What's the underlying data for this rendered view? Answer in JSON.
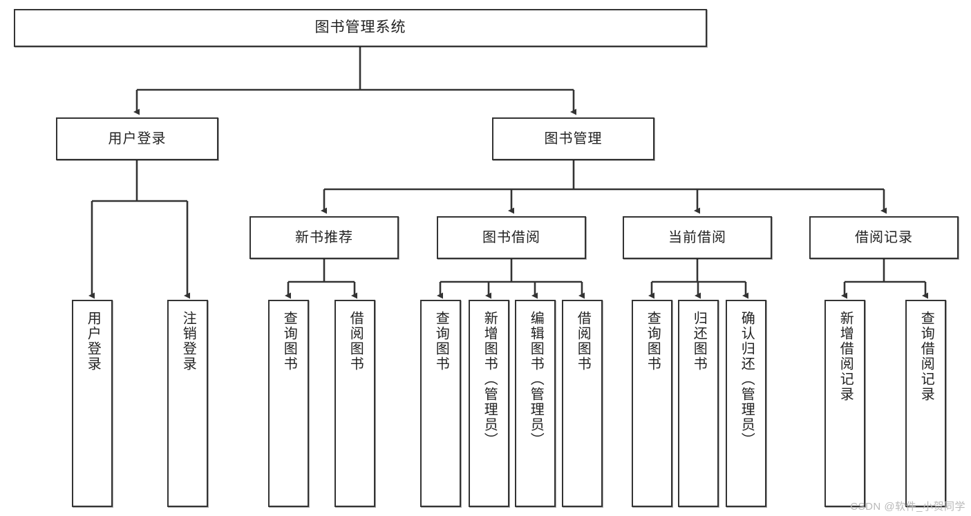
{
  "diagram": {
    "title": "图书管理系统",
    "type": "tree",
    "watermark": "CSDN @软件_小贺同学",
    "colors": {
      "node_border": "#333333",
      "node_fill": "#ffffff",
      "edge": "#333333",
      "text": "#222222",
      "watermark": "#b9b9b9"
    },
    "levels": {
      "root": {
        "label": "图书管理系统"
      },
      "level2": [
        {
          "label": "用户登录"
        },
        {
          "label": "图书管理"
        }
      ],
      "level3": [
        {
          "label": "新书推荐"
        },
        {
          "label": "图书借阅"
        },
        {
          "label": "当前借阅"
        },
        {
          "label": "借阅记录"
        }
      ],
      "leaves": [
        {
          "label": "用户登录"
        },
        {
          "label": "注销登录"
        },
        {
          "label": "查询图书"
        },
        {
          "label": "借阅图书"
        },
        {
          "label": "查询图书"
        },
        {
          "label": "新增图书（管理员）"
        },
        {
          "label": "编辑图书（管理员）"
        },
        {
          "label": "借阅图书"
        },
        {
          "label": "查询图书"
        },
        {
          "label": "归还图书"
        },
        {
          "label": "确认归还（管理员）"
        },
        {
          "label": "新增借阅记录"
        },
        {
          "label": "查询借阅记录"
        }
      ]
    }
  }
}
